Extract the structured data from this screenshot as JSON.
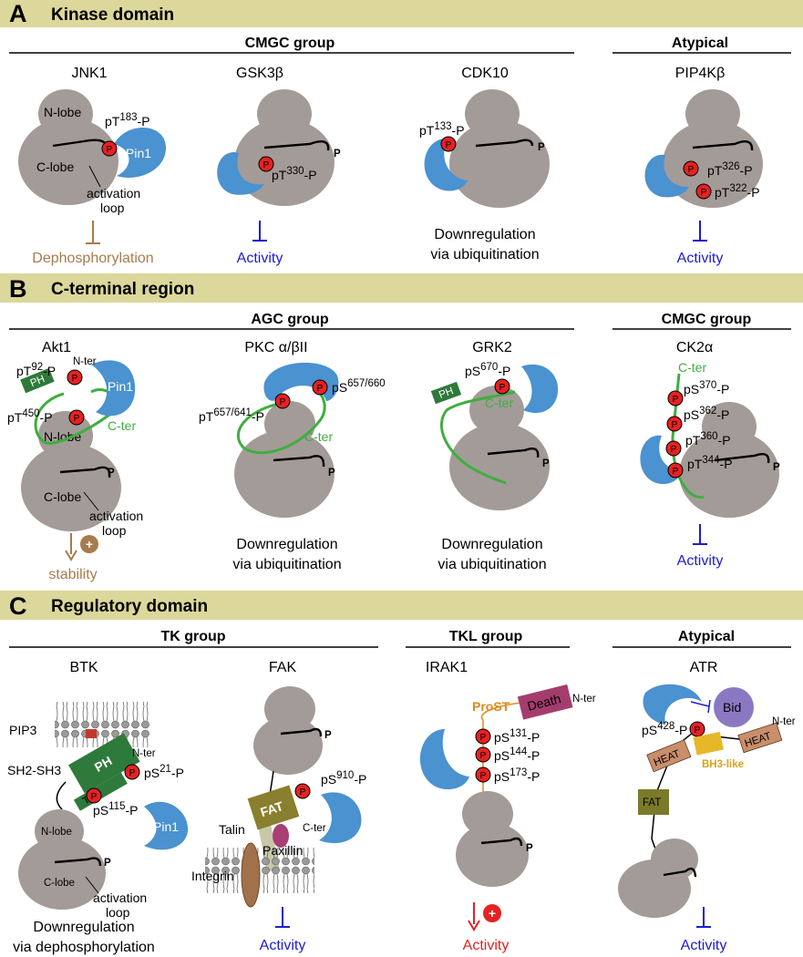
{
  "panels": [
    {
      "letter": "A",
      "title": "Kinase domain"
    },
    {
      "letter": "B",
      "title": "C-terminal region"
    },
    {
      "letter": "C",
      "title": "Regulatory domain"
    }
  ],
  "groups": {
    "a_cmgc": "CMGC group",
    "a_atypical": "Atypical",
    "b_agc": "AGC group",
    "b_cmgc": "CMGC group",
    "c_tk": "TK group",
    "c_tkl": "TKL group",
    "c_atypical": "Atypical"
  },
  "kinases": {
    "jnk1": "JNK1",
    "gsk3b": "GSK3β",
    "cdk10": "CDK10",
    "pip4kb": "PIP4Kβ",
    "akt1": "Akt1",
    "pkc": "PKC α/βII",
    "grk2": "GRK2",
    "ck2a": "CK2α",
    "btk": "BTK",
    "fak": "FAK",
    "irak1": "IRAK1",
    "atr": "ATR"
  },
  "labels": {
    "n_lobe": "N-lobe",
    "c_lobe": "C-lobe",
    "activation": "activation",
    "loop": "loop",
    "pin1": "Pin1",
    "p": "P",
    "p_mark": "P",
    "n_ter": "N-ter",
    "c_ter": "C-ter",
    "ph": "PH",
    "th": "TH",
    "pip3": "PIP3",
    "sh2sh3": "SH2-SH3",
    "fat": "FAT",
    "talin": "Talin",
    "paxillin": "Paxillin",
    "integrin": "Integrin",
    "prost": "ProST",
    "death": "Death",
    "bid": "Bid",
    "heat": "HEAT",
    "bh3like": "BH3-like",
    "plus": "+"
  },
  "sites": {
    "jnk1": {
      "pre": "pT",
      "sup": "183",
      "post": "-P"
    },
    "gsk3b": {
      "pre": "pT",
      "sup": "330",
      "post": "-P"
    },
    "cdk10": {
      "pre": "pT",
      "sup": "133",
      "post": "-P"
    },
    "pip4kb_1": {
      "pre": "pT",
      "sup": "326",
      "post": "-P"
    },
    "pip4kb_2": {
      "pre": "pT",
      "sup": "322",
      "post": "-P"
    },
    "akt1_1": {
      "pre": "pT",
      "sup": "92",
      "post": "-P"
    },
    "akt1_2": {
      "pre": "pT",
      "sup": "450",
      "post": "-P"
    },
    "pkc_1": {
      "pre": "pT",
      "sup": "657/641",
      "post": "-P"
    },
    "pkc_2": {
      "pre": "pS",
      "sup": "657/660",
      "post": ""
    },
    "grk2": {
      "pre": "pS",
      "sup": "670",
      "post": "-P"
    },
    "ck2_1": {
      "pre": "pS",
      "sup": "370",
      "post": "-P"
    },
    "ck2_2": {
      "pre": "pS",
      "sup": "362",
      "post": "-P"
    },
    "ck2_3": {
      "pre": "pT",
      "sup": "360",
      "post": "-P"
    },
    "ck2_4": {
      "pre": "pT",
      "sup": "344",
      "post": "-P"
    },
    "btk_1": {
      "pre": "pS",
      "sup": "21",
      "post": "-P"
    },
    "btk_2": {
      "pre": "pS",
      "sup": "115",
      "post": "-P"
    },
    "fak": {
      "pre": "pS",
      "sup": "910",
      "post": "-P"
    },
    "irak_1": {
      "pre": "pS",
      "sup": "131",
      "post": "-P"
    },
    "irak_2": {
      "pre": "pS",
      "sup": "144",
      "post": "-P"
    },
    "irak_3": {
      "pre": "pS",
      "sup": "173",
      "post": "-P"
    },
    "atr": {
      "pre": "pS",
      "sup": "428",
      "post": "-P"
    }
  },
  "outcomes": {
    "jnk1": "Dephosphorylation",
    "gsk3b": "Activity",
    "cdk10_l1": "Downregulation",
    "cdk10_l2": "via ubiquitination",
    "pip4kb": "Activity",
    "akt1": "stability",
    "pkc_l1": "Downregulation",
    "pkc_l2": "via ubiquitination",
    "grk2_l1": "Downregulation",
    "grk2_l2": "via ubiquitination",
    "ck2a": "Activity",
    "btk_l1": "Downregulation",
    "btk_l2": "via dephosphorylation",
    "fak": "Activity",
    "irak1": "Activity",
    "atr": "Activity"
  },
  "colors": {
    "band": "#dcd79a",
    "kinase": "#a39b98",
    "pin1": "#4a92d0",
    "phospho": "#e52222",
    "cter": "#3fae3f",
    "inhibit_blue": "#1c1ccf",
    "brown": "#a77b4c"
  }
}
